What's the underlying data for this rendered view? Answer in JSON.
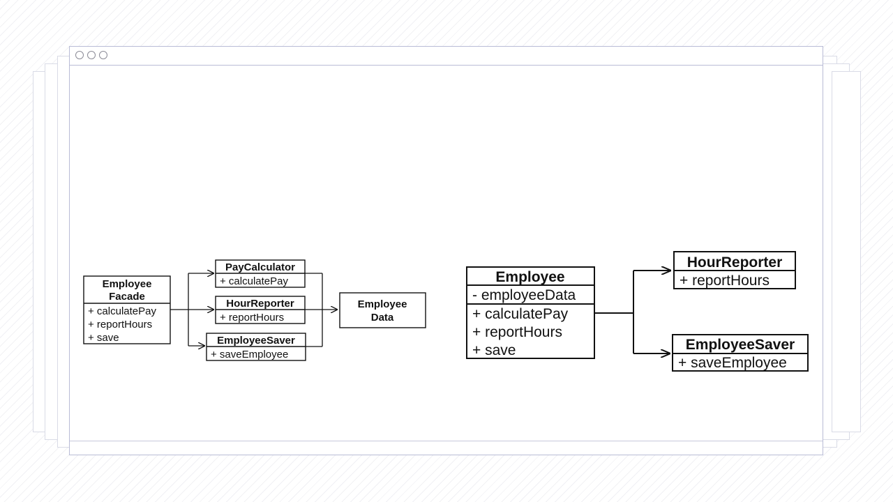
{
  "window": {
    "controls": [
      "window-dot",
      "window-dot",
      "window-dot"
    ]
  },
  "left_diagram": {
    "facade": {
      "title_line1": "Employee",
      "title_line2": "Facade",
      "members": [
        "+ calculatePay",
        "+ reportHours",
        "+ save"
      ]
    },
    "pay_calculator": {
      "title": "PayCalculator",
      "member": "+ calculatePay"
    },
    "hour_reporter": {
      "title": "HourReporter",
      "member": "+ reportHours"
    },
    "employee_saver": {
      "title": "EmployeeSaver",
      "member": "+ saveEmployee"
    },
    "employee_data": {
      "line1": "Employee",
      "line2": "Data"
    }
  },
  "right_diagram": {
    "employee": {
      "title": "Employee",
      "attribute": "- employeeData",
      "members": [
        "+ calculatePay",
        "+ reportHours",
        "+ save"
      ]
    },
    "hour_reporter": {
      "title": "HourReporter",
      "member": "+ reportHours"
    },
    "employee_saver": {
      "title": "EmployeeSaver",
      "member": "+ saveEmployee"
    }
  }
}
